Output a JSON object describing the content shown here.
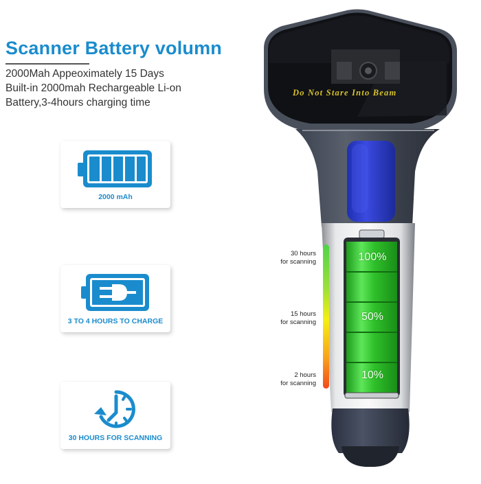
{
  "header": {
    "title": "Scanner Battery volumn",
    "description_lines": [
      "2000Mah Appeoximately 15 Days",
      "Built-in 2000mah Rechargeable Li-on",
      "Battery,3-4hours charging time"
    ]
  },
  "feature_cards": [
    {
      "icon": "battery-full-icon",
      "label": "2000 mAh"
    },
    {
      "icon": "battery-plug-icon",
      "label": "3 TO 4 HOURS TO CHARGE"
    },
    {
      "icon": "clock-refresh-icon",
      "label": "30 HOURS FOR SCANNING"
    }
  ],
  "scanner": {
    "beam_warning": "Do Not Stare Into Beam",
    "battery_levels": [
      "100%",
      "50%",
      "10%"
    ],
    "gauge": [
      {
        "hours": "30 hours",
        "caption": "for scanning"
      },
      {
        "hours": "15 hours",
        "caption": "for scanning"
      },
      {
        "hours": "2 hours",
        "caption": "for scanning"
      }
    ]
  },
  "colors": {
    "accent_blue": "#1a8ccd",
    "battery_green": "#2fc02a",
    "trigger_blue": "#2f3fd0",
    "warning_text": "#d9c22b"
  }
}
